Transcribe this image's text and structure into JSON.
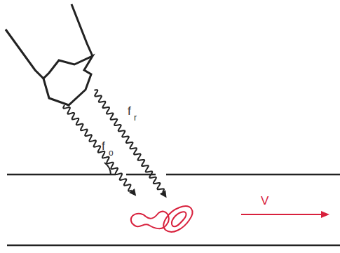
{
  "diagram": {
    "labels": [
      "f",
      "o",
      "f",
      "r",
      "V"
    ]
  }
}
